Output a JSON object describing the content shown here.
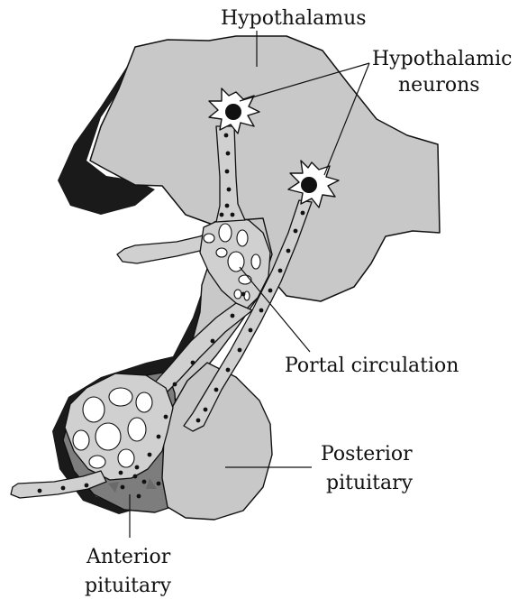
{
  "labels": {
    "hypothalamus": "Hypothalamus",
    "neurons_line1": "Hypothalamic",
    "neurons_line2": "neurons",
    "portal_circulation": "Portal circulation",
    "posterior_line1": "Posterior",
    "posterior_line2": "pituitary",
    "anterior_line1": "Anterior",
    "anterior_line2": "pituitary"
  },
  "colors": {
    "outline": "#111111",
    "hypothalamus_fill": "#c8c8c8",
    "shadow": "#1a1a1a",
    "anterior_fill": "#7d7d7d",
    "vessel_fill": "#d0d0d0",
    "neuron_body": "#ffffff",
    "nucleus": "#111111",
    "arrow": "#6a6a6a"
  }
}
